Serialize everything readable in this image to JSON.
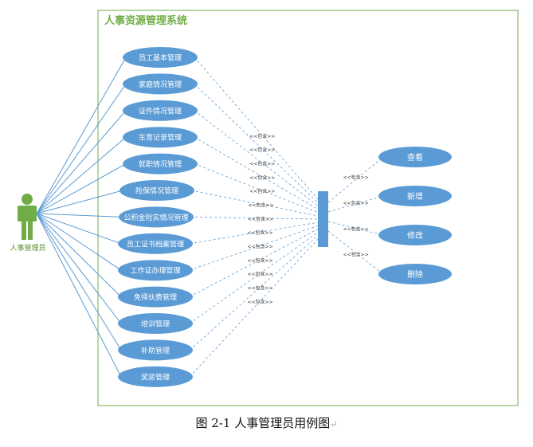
{
  "diagram": {
    "system_title": "人事资源管理系统",
    "actor": {
      "label": "人事管理员"
    },
    "use_cases": [
      "员工基本管理",
      "家庭情况管理",
      "证件情况管理",
      "生育记录管理",
      "就职情况管理",
      "险保情况管理",
      "公积金险实情况管理",
      "员工证书档案管理",
      "工作证办理管理",
      "免择伙费管理",
      "培训管理",
      "补助管理",
      "奖惩管理"
    ],
    "include_label": "<<包含>>",
    "operations": [
      "查看",
      "新增",
      "修改",
      "删除"
    ],
    "colors": {
      "accent_green": "#70ad47",
      "ellipse_fill": "#5b9bd5",
      "line_blue": "#5b9bd5",
      "actor_green": "#70ad47"
    }
  },
  "caption": {
    "text": "图 2-1 人事管理员用例图",
    "mark": "↵"
  }
}
